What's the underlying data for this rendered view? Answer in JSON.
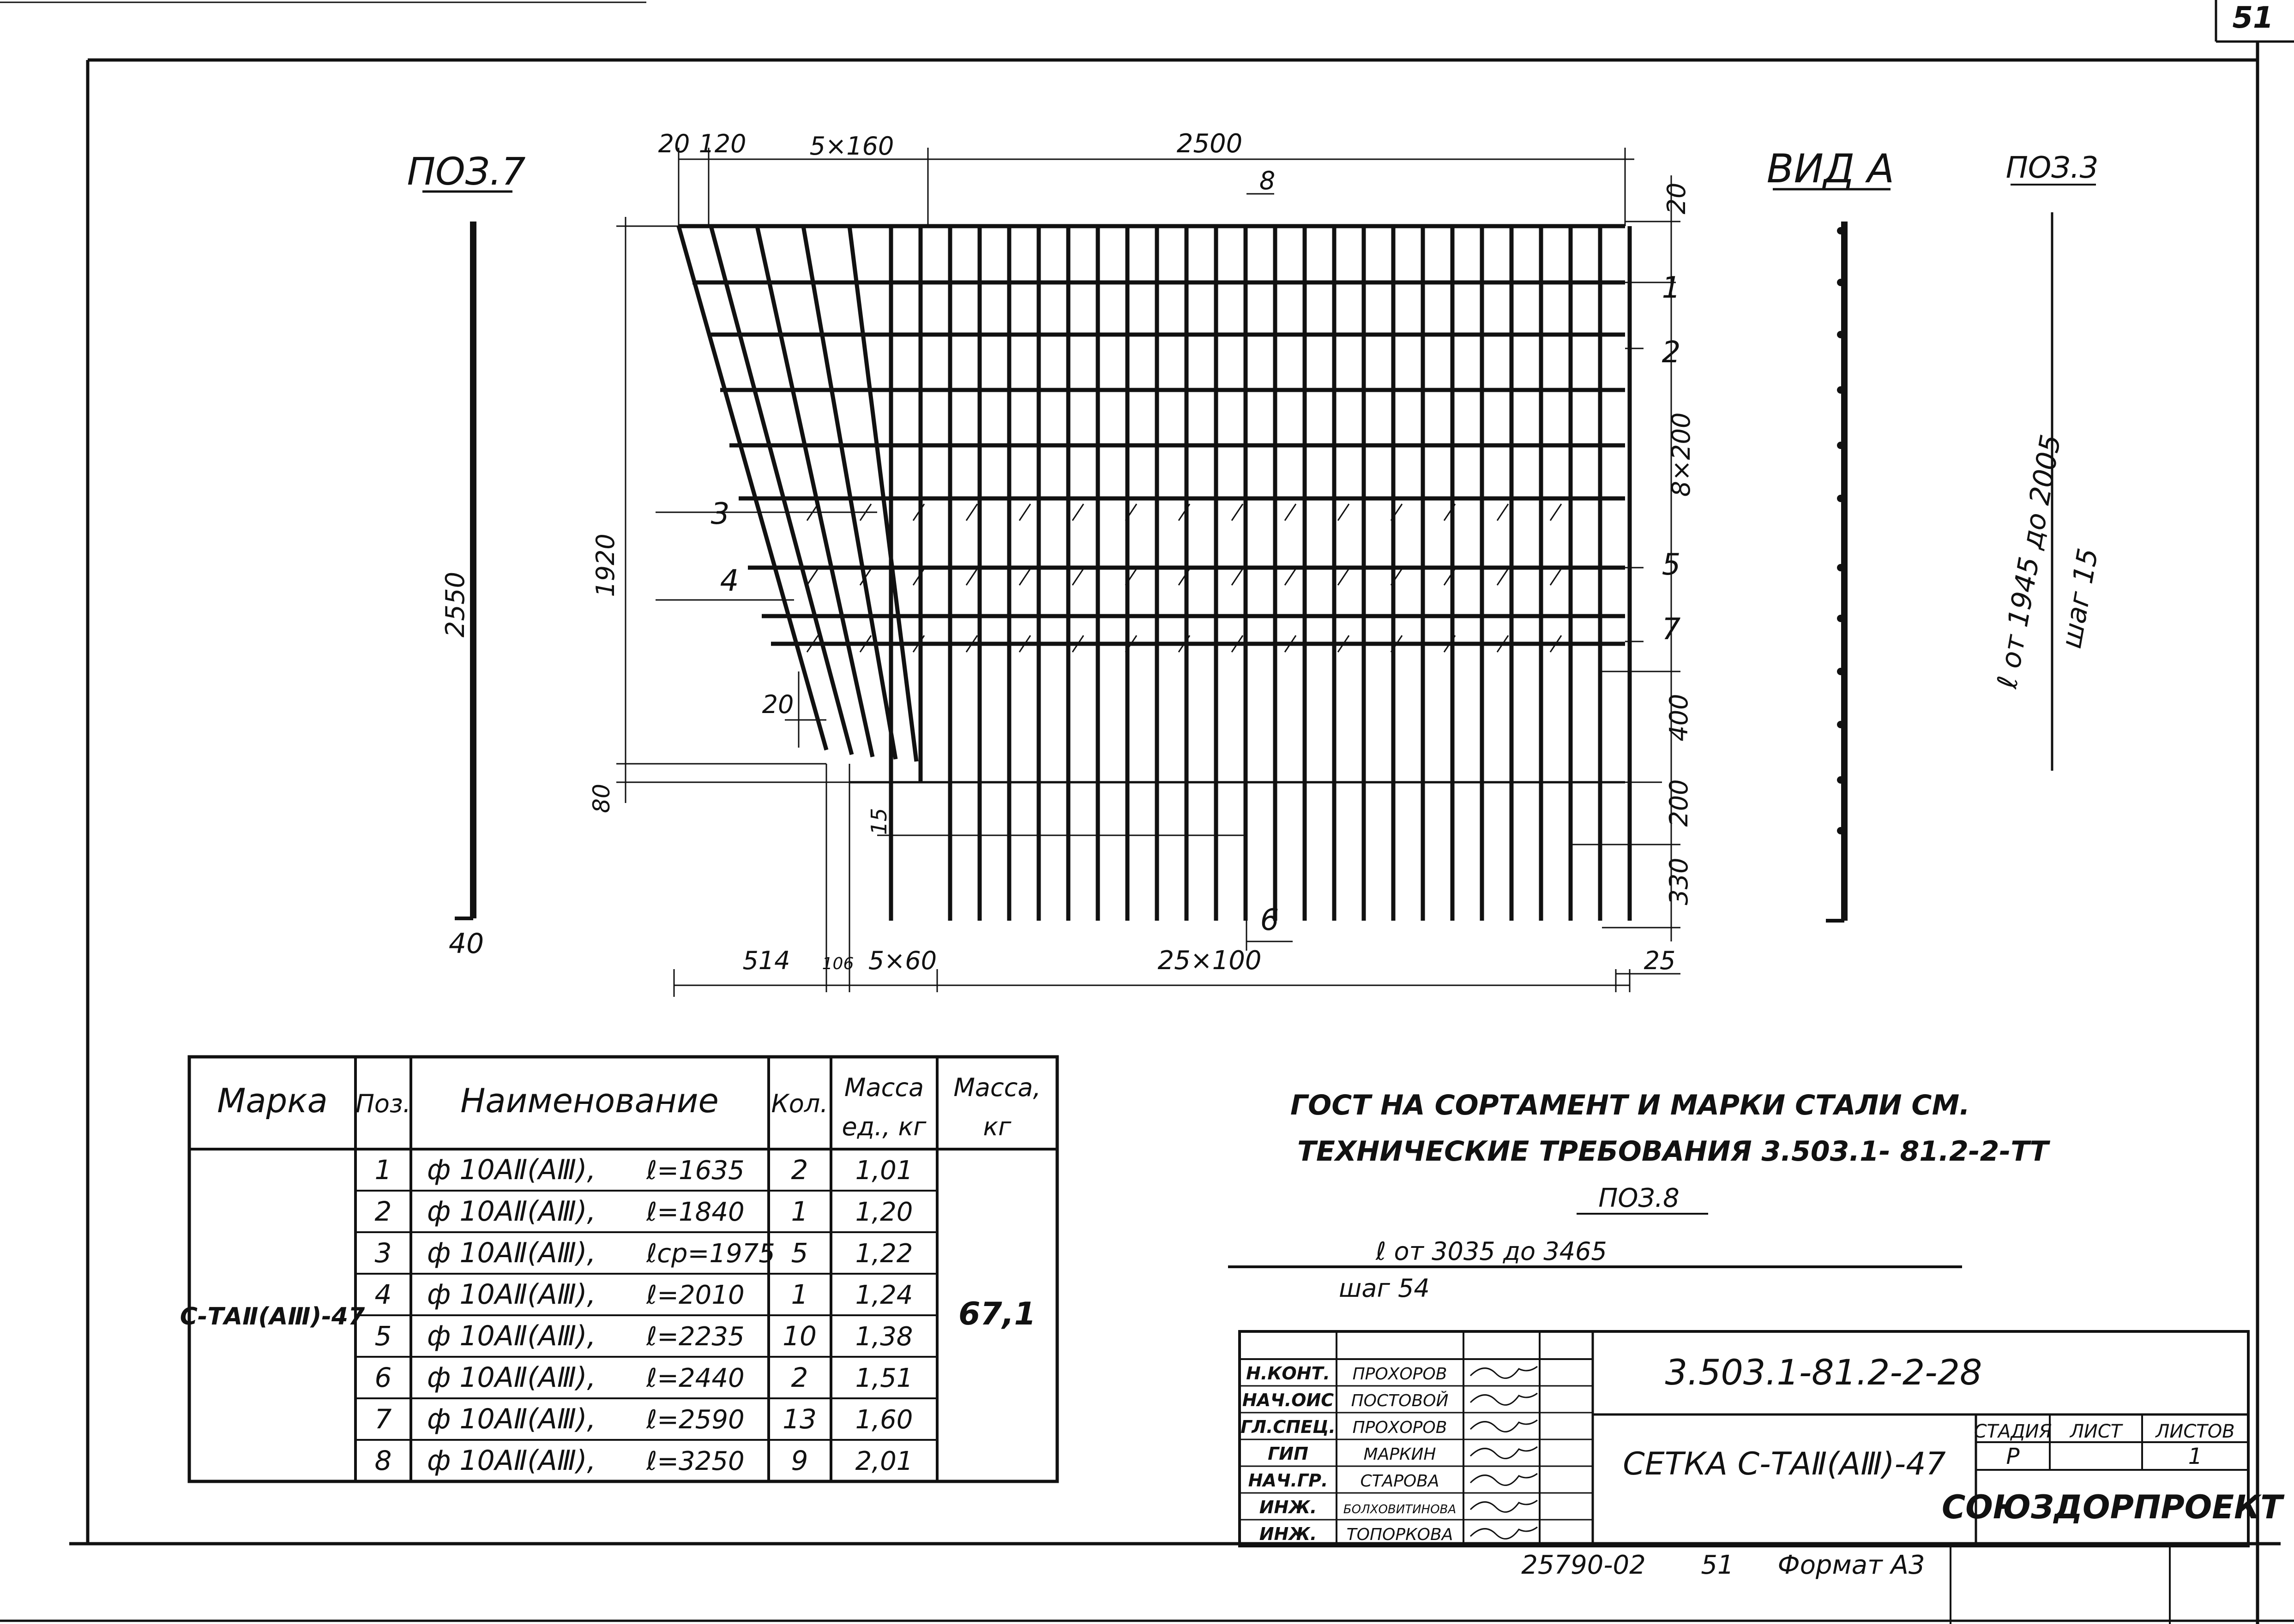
{
  "sheet_number": "51",
  "pos7": {
    "title": "ПОЗ.7",
    "length": "2550",
    "bottom": "40"
  },
  "vid_a": {
    "title": "ВИД А"
  },
  "pos3": {
    "title": "ПОЗ.3",
    "range": "ℓ от 1945 до 2005",
    "step": "шаг 15"
  },
  "dims": {
    "d20_top": "20",
    "d120": "120",
    "d5x160": "5×160",
    "d2500": "2500",
    "d8": "8",
    "d20_right": "20",
    "d8x200": "8×200",
    "d1920": "1920",
    "d80": "80",
    "d20_mid": "20",
    "d400": "400",
    "d200": "200",
    "d330": "330",
    "d15": "15",
    "d514": "514",
    "d106": "106",
    "d5x60": "5×60",
    "d25x100": "25×100",
    "d25": "25"
  },
  "positions": {
    "p1": "1",
    "p2": "2",
    "p3": "3",
    "p4": "4",
    "p5": "5",
    "p6": "6",
    "p7": "7",
    "p8": "8"
  },
  "table": {
    "headers": {
      "mark": "Марка",
      "pos": "Поз.",
      "name": "Наименование",
      "qty": "Кол.",
      "mass_unit_1": "Масса",
      "mass_unit_2": "ед., кг",
      "mass_total_1": "Масса,",
      "mass_total_2": "кг"
    },
    "mark": "С-ТАⅡ(АⅢ)-47",
    "total_mass": "67,1",
    "rows": [
      {
        "pos": "1",
        "name": "ф 10АⅡ(АⅢ),",
        "len": "ℓ=1635",
        "qty": "2",
        "mass": "1,01"
      },
      {
        "pos": "2",
        "name": "ф 10АⅡ(АⅢ),",
        "len": "ℓ=1840",
        "qty": "1",
        "mass": "1,20"
      },
      {
        "pos": "3",
        "name": "ф 10АⅡ(АⅢ),",
        "len": "ℓср=1975",
        "qty": "5",
        "mass": "1,22"
      },
      {
        "pos": "4",
        "name": "ф 10АⅡ(АⅢ),",
        "len": "ℓ=2010",
        "qty": "1",
        "mass": "1,24"
      },
      {
        "pos": "5",
        "name": "ф 10АⅡ(АⅢ),",
        "len": "ℓ=2235",
        "qty": "10",
        "mass": "1,38"
      },
      {
        "pos": "6",
        "name": "ф 10АⅡ(АⅢ),",
        "len": "ℓ=2440",
        "qty": "2",
        "mass": "1,51"
      },
      {
        "pos": "7",
        "name": "ф 10АⅡ(АⅢ),",
        "len": "ℓ=2590",
        "qty": "13",
        "mass": "1,60"
      },
      {
        "pos": "8",
        "name": "ф 10АⅡ(АⅢ),",
        "len": "ℓ=3250",
        "qty": "9",
        "mass": "2,01"
      }
    ]
  },
  "notes": {
    "line1": "ГОСТ НА СОРТАМЕНТ  И МАРКИ  СТАЛИ  СМ.",
    "line2": "ТЕХНИЧЕСКИЕ  ТРЕБОВАНИЯ  3.503.1- 81.2-2-ТТ",
    "pos8_title": "ПОЗ.8",
    "pos8_range": "ℓ от 3035 до 3465",
    "pos8_step": "шаг 54"
  },
  "stamp": {
    "roles": [
      "Н.КОНТ.",
      "НАЧ.ОИС",
      "ГЛ.СПЕЦ.",
      "ГИП",
      "НАЧ.ГР.",
      "ИНЖ.",
      "ИНЖ."
    ],
    "names": [
      "ПРОХОРОВ",
      "ПОСТОВОЙ",
      "ПРОХОРОВ",
      "МАРКИН",
      "СТАРОВА",
      "БОЛХОВИТИНОВА",
      "ТОПОРКОВА"
    ],
    "doc_code": "3.503.1-81.2-2-28",
    "title": "СЕТКА С-ТАⅡ(АⅢ)-47",
    "stage_label": "СТАДИЯ",
    "sheet_label": "ЛИСТ",
    "sheets_label": "ЛИСТОВ",
    "stage": "Р",
    "sheets": "1",
    "org": "СОЮЗДОРПРОЕКТ"
  },
  "footer": {
    "inv": "25790-02",
    "page": "51",
    "format": "Формат А3"
  }
}
